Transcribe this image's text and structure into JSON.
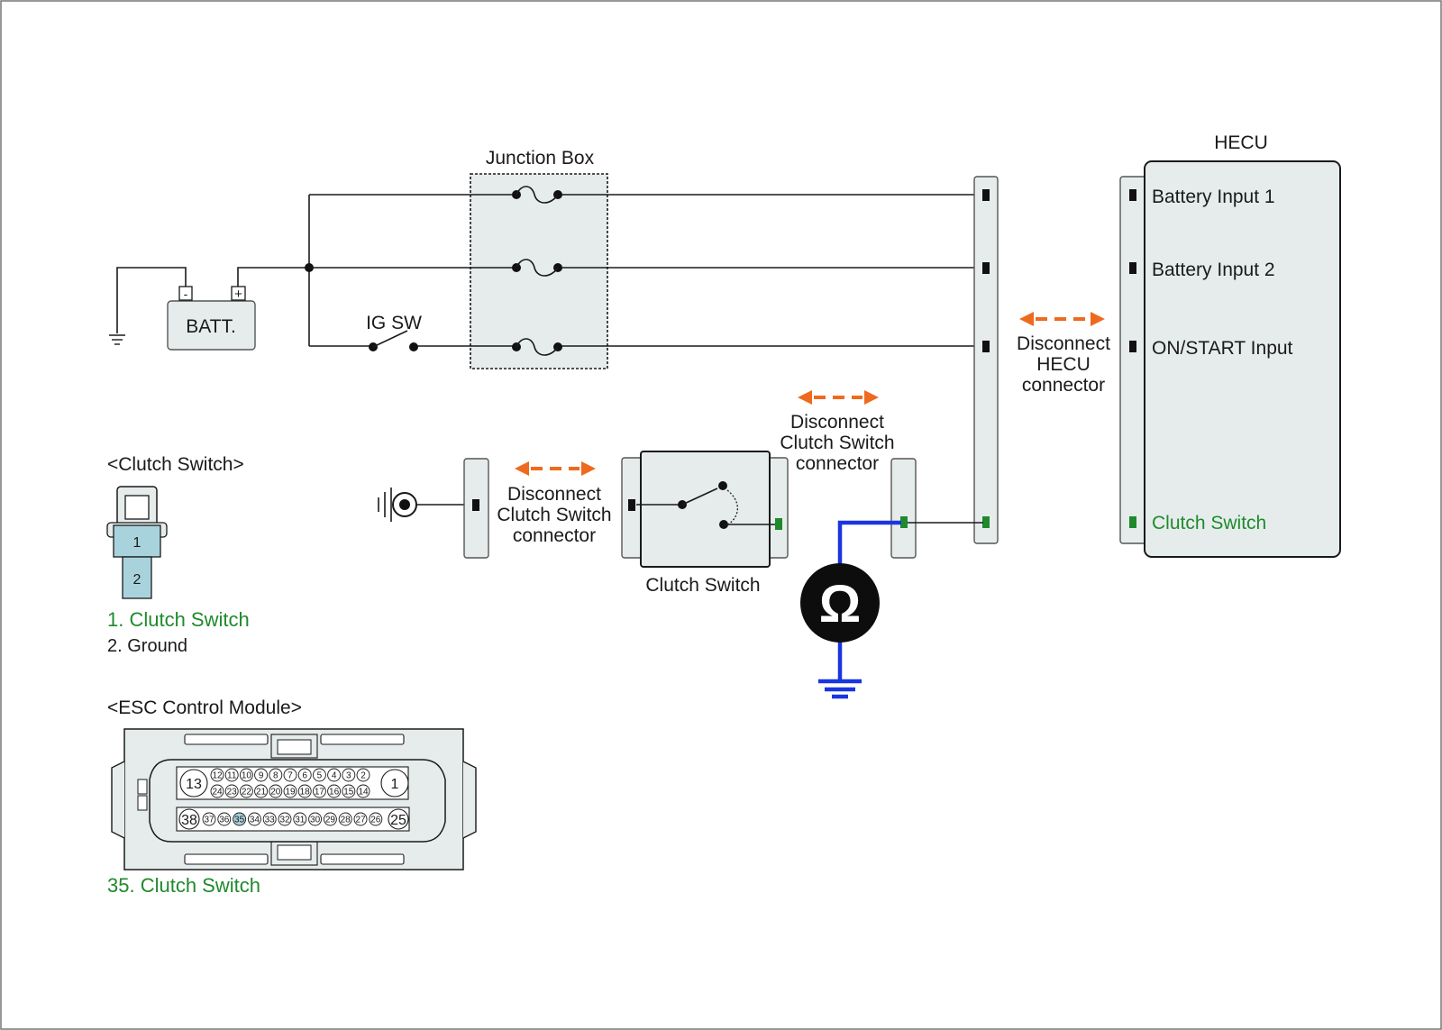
{
  "colors": {
    "accent_green": "#1f8a2c",
    "arrow_orange": "#ee6a1f",
    "meter_blue": "#1a35e0",
    "panel_fill": "#e6ecec",
    "clutch_pin_fill": "#a9d3dc"
  },
  "junction_box": {
    "title": "Junction Box"
  },
  "battery": {
    "label": "BATT.",
    "neg_symbol": "-",
    "pos_symbol": "+"
  },
  "ignition": {
    "label": "IG SW"
  },
  "hecu": {
    "title": "HECU",
    "inputs": [
      {
        "label": "Battery Input 1"
      },
      {
        "label": "Battery Input 2"
      },
      {
        "label": "ON/START Input"
      },
      {
        "label": "Clutch Switch"
      }
    ]
  },
  "disconnect_hecu": {
    "line1": "Disconnect",
    "line2": "HECU",
    "line3": "connector"
  },
  "disconnect_clutch_left": {
    "line1": "Disconnect",
    "line2": "Clutch Switch",
    "line3": "connector"
  },
  "disconnect_clutch_right": {
    "line1": "Disconnect",
    "line2": "Clutch Switch",
    "line3": "connector"
  },
  "clutch_switch_box": {
    "label": "Clutch Switch"
  },
  "ohmmeter": {
    "symbol": "Ω",
    "icon": "ohmmeter-icon"
  },
  "clutch_connector_view": {
    "title": "<Clutch Switch>",
    "pins": [
      "1",
      "2"
    ],
    "legend": [
      {
        "text": "1. Clutch Switch",
        "highlight": true
      },
      {
        "text": "2. Ground",
        "highlight": false
      }
    ]
  },
  "esc_module_view": {
    "title": "<ESC Control Module>",
    "big_pins": {
      "top_left": "13",
      "top_right": "1",
      "bottom_left": "38",
      "bottom_right": "25"
    },
    "row1": [
      "12",
      "11",
      "10",
      "9",
      "8",
      "7",
      "6",
      "5",
      "4",
      "3",
      "2"
    ],
    "row2": [
      "24",
      "23",
      "22",
      "21",
      "20",
      "19",
      "18",
      "17",
      "16",
      "15",
      "14"
    ],
    "row3": [
      "37",
      "36",
      "35",
      "34",
      "33",
      "32",
      "31",
      "30",
      "29",
      "28",
      "27",
      "26"
    ],
    "highlight_pin": "35",
    "legend": [
      {
        "text": "35. Clutch Switch",
        "highlight": true
      }
    ]
  }
}
